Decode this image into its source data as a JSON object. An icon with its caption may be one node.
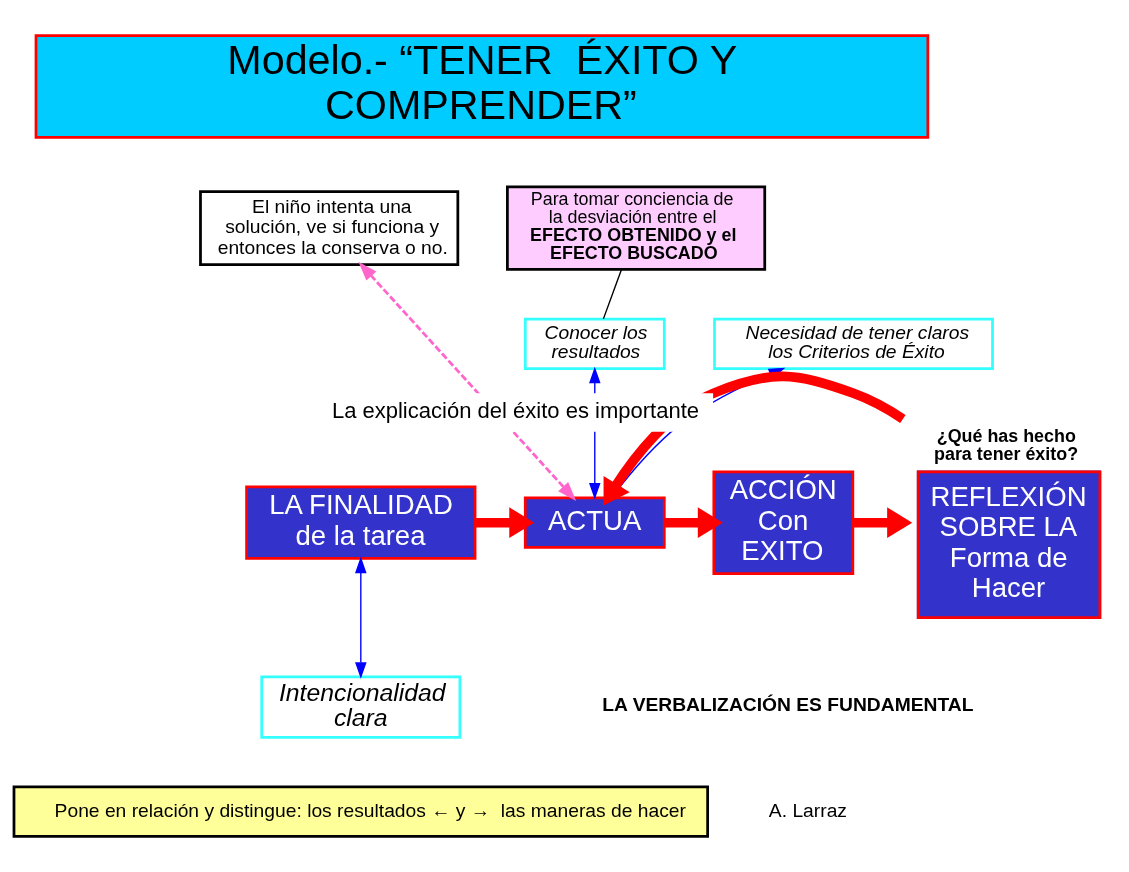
{
  "diagram": {
    "nodes": [
      {
        "text": [
          "Modelo.- “TENER  ÉXITO Y COMPRENDER”"
        ]
      },
      {
        "text": [
          "El niño intenta una solución, ve si funciona y entonces la conserva o no."
        ]
      },
      {
        "text": [
          "Para tomar conciencia de la desviación entre el",
          "EFECTO OBTENIDO y el EFECTO BUSCADO"
        ]
      },
      {
        "text": [
          "Necesidad de tener claros los Criterios de Éxito"
        ]
      },
      {
        "text": [
          "Conocer los resultados"
        ]
      },
      {
        "text": [
          "LA FINALIDAD de la tarea"
        ]
      },
      {
        "text": [
          "ACTUA"
        ]
      },
      {
        "text": [
          "ACCIÓN Con EXITO"
        ]
      },
      {
        "text": [
          "REFLEXIÓN SOBRE LA Forma de Hacer"
        ],
        "beside": [
          "¿Qué has hecho para tener éxito?"
        ]
      },
      {
        "text": [
          "Intencionalidad clara"
        ]
      },
      {
        "text": [
          "Pone en relación y distingue: los resultados ← y →  las maneras de hacer"
        ]
      }
    ],
    "edges": [
      {
        "from": 2,
        "to": 4,
        "arrow": "none",
        "color": "#000000"
      },
      {
        "from": 1,
        "to": 6,
        "arrow": "both",
        "style": "dashed",
        "color": "#ff66cc"
      },
      {
        "from": 3,
        "to": 6,
        "arrow": "both",
        "color": "#0000ff"
      },
      {
        "from": 4,
        "to": 6,
        "arrow": "both",
        "color": "#0000ff"
      },
      {
        "from": 5,
        "to": 6,
        "arrow": "to",
        "style": "thick",
        "color": "#ff0000"
      },
      {
        "from": 6,
        "to": 7,
        "arrow": "to",
        "style": "thick",
        "color": "#ff0000"
      },
      {
        "from": 7,
        "to": 8,
        "arrow": "to",
        "style": "thick",
        "color": "#ff0000"
      },
      {
        "from": 8,
        "to": 6,
        "arrow": "to",
        "style": "thick",
        "color": "#ff0000",
        "label": "La explicación del éxito es importante"
      },
      {
        "from": 5,
        "to": 9,
        "arrow": "both",
        "color": "#0000ff"
      }
    ],
    "labels": [
      "LA VERBALIZACIÓN ES FUNDAMENTAL",
      "A. Larraz"
    ]
  }
}
